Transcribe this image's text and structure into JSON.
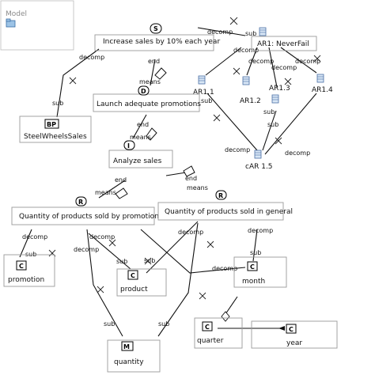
{
  "model": {
    "title": "Model"
  },
  "nodes": {
    "softgoal": {
      "badge": "S",
      "label": "Increase sales by 10% each year"
    },
    "ar1": {
      "label": "AR1: NeverFail"
    },
    "ar11": {
      "label": "AR1.1"
    },
    "ar12": {
      "label": "AR1.2"
    },
    "ar13": {
      "label": "AR1.3"
    },
    "ar14": {
      "label": "AR1.4"
    },
    "car15": {
      "label": "cAR 1.5"
    },
    "decision_d": {
      "badge": "D",
      "label": "Launch adequate promotions"
    },
    "bp": {
      "badge": "BP",
      "label": "SteelWheelsSales"
    },
    "intent_i": {
      "badge": "I",
      "label": "Analyze sales"
    },
    "req_r1": {
      "badge": "R",
      "label": "Quantity of products sold by promotion"
    },
    "req_r2": {
      "badge": "R",
      "label": "Quantity of products sold in general"
    },
    "promotion": {
      "badge": "C",
      "label": "promotion"
    },
    "product": {
      "badge": "C",
      "label": "product"
    },
    "month": {
      "badge": "C",
      "label": "month"
    },
    "quarter": {
      "badge": "C",
      "label": "quarter"
    },
    "year": {
      "badge": "C",
      "label": "year"
    },
    "quantity": {
      "badge": "M",
      "label": "quantity"
    }
  },
  "edge_labels": {
    "decomp_1": "decomp",
    "sub_1": "sub",
    "decomp_2": "decomp",
    "sub_2": "sub",
    "decomp_3": "decomp",
    "decomp_4": "decomp",
    "decomp_5": "decomp",
    "sub_3": "sub",
    "sub_4": "sub",
    "decomp_6": "decomp",
    "decomp_7": "decomp",
    "end_1": "end",
    "means_1": "means",
    "end_2": "end",
    "means_2": "means",
    "end_3": "end",
    "means_3": "means",
    "end_4": "end",
    "means_4": "means",
    "decomp_8": "decomp",
    "sub_5": "sub",
    "decomp_9": "decomp",
    "decomp_10": "decomp",
    "sub_6": "sub",
    "decomp_11": "decomp",
    "sub_7": "sub",
    "decomp_12": "decomp",
    "decomp_13": "decomp",
    "sub_8": "sub",
    "sub_9": "sub",
    "sub_10": "sub"
  }
}
